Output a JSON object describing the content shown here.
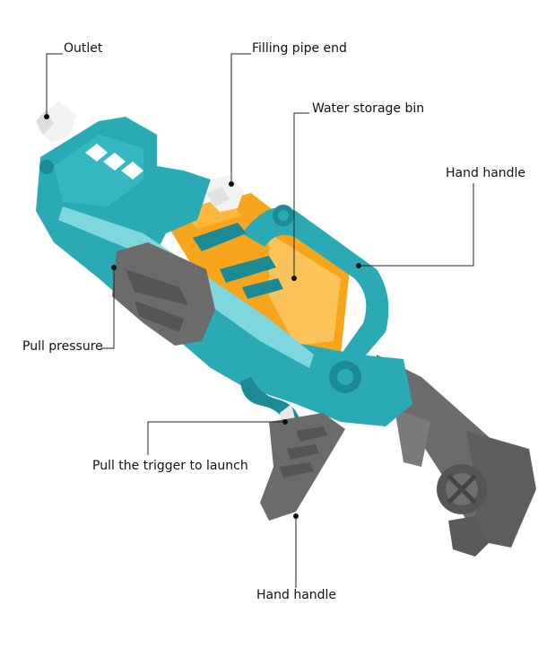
{
  "labels": {
    "outlet": "Outlet",
    "filling_pipe_end": "Filling pipe end",
    "water_storage_bin": "Water storage bin",
    "hand_handle_top": "Hand handle",
    "pull_pressure": "Pull pressure",
    "pull_trigger": "Pull the trigger to launch",
    "hand_handle_bottom": "Hand handle"
  },
  "colors": {
    "teal": "#2aaab5",
    "teal_dark": "#1b8a94",
    "teal_light": "#7fd7de",
    "orange": "#f7a51c",
    "orange_light": "#fcc35a",
    "gray": "#6b6b6b",
    "gray_dark": "#505050",
    "white": "#f2f2f2",
    "leader": "#222222"
  }
}
